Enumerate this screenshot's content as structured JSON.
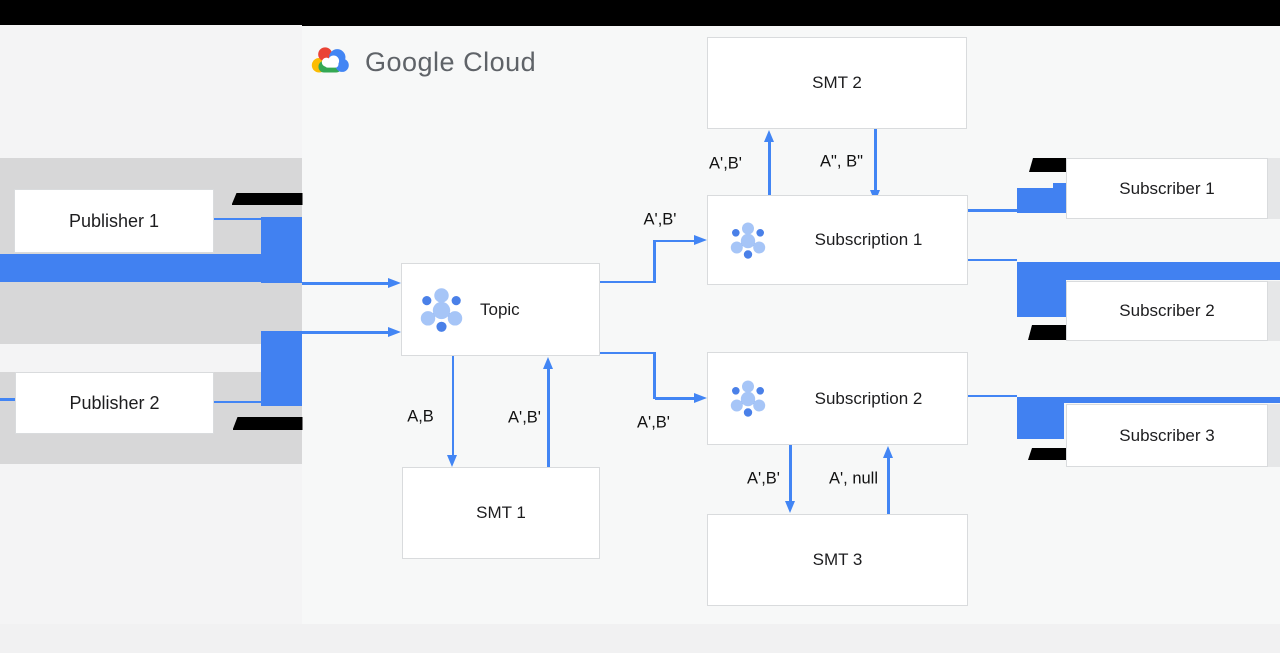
{
  "colors": {
    "accent_blue": "#4285f4",
    "block_blue": "#4181f1",
    "band_gray": "#d7d7d8",
    "left_bg": "#f4f4f5",
    "main_bg": "#f7f8f8",
    "footer_bg": "#f1f1f2",
    "redaction_black": "#000000",
    "text_dark": "#1d1d1f",
    "logo_gray": "#5f6368",
    "icon_light_blue": "#a6c5f7",
    "icon_dark_blue": "#4a80e8"
  },
  "logo": {
    "google": "Google",
    "cloud": "Cloud"
  },
  "nodes": {
    "publisher1": "Publisher 1",
    "publisher2": "Publisher 2",
    "topic": "Topic",
    "smt1": "SMT 1",
    "smt2": "SMT 2",
    "smt3": "SMT 3",
    "subscription1": "Subscription 1",
    "subscription2": "Subscription 2",
    "subscriber1": "Subscriber 1",
    "subscriber2": "Subscriber 2",
    "subscriber3": "Subscriber 3"
  },
  "edge_labels": {
    "topic_to_sub1": "A',B'",
    "topic_to_sub2": "A',B'",
    "topic_to_smt1": "A,B",
    "smt1_to_topic": "A',B'",
    "sub1_to_smt2": "A',B'",
    "smt2_to_sub1": "A\", B\"",
    "sub2_to_smt3": "A',B'",
    "smt3_to_sub2": "A', null"
  }
}
